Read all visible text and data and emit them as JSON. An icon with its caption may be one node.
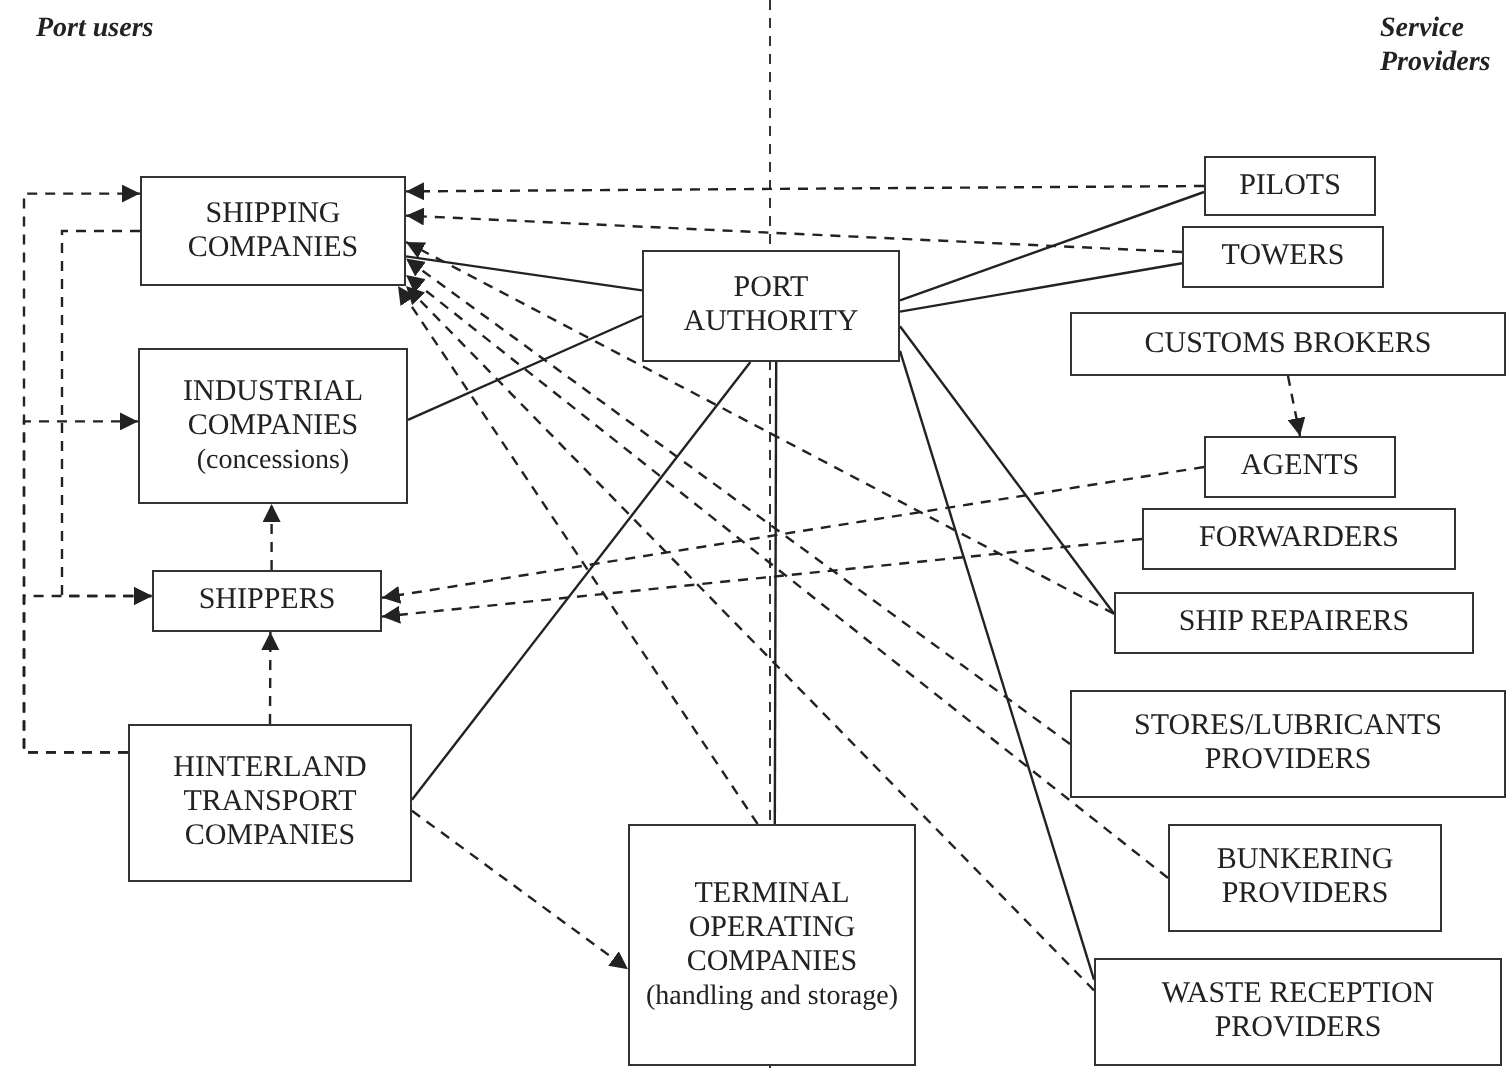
{
  "diagram": {
    "nodes": [
      {
        "text": [
          "SHIPPING COMPANIES"
        ]
      },
      {
        "text": [
          "INDUSTRIAL COMPANIES",
          "(concessions)"
        ]
      },
      {
        "text": [
          "SHIPPERS"
        ]
      },
      {
        "text": [
          "HINTERLAND TRANSPORT COMPANIES"
        ]
      },
      {
        "text": [
          "PORT AUTHORITY"
        ]
      },
      {
        "text": [
          "TERMINAL OPERATING COMPANIES",
          "(handling and storage)"
        ]
      },
      {
        "text": [
          "PILOTS"
        ]
      },
      {
        "text": [
          "TOWERS"
        ]
      },
      {
        "text": [
          "CUSTOMS BROKERS"
        ]
      },
      {
        "text": [
          "AGENTS"
        ]
      },
      {
        "text": [
          "FORWARDERS"
        ]
      },
      {
        "text": [
          "SHIP REPAIRERS"
        ]
      },
      {
        "text": [
          "STORES/LUBRICANTS PROVIDERS"
        ]
      },
      {
        "text": [
          "BUNKERING PROVIDERS"
        ]
      },
      {
        "text": [
          "WASTE RECEPTION PROVIDERS"
        ]
      }
    ],
    "edges": [
      {
        "from": 0,
        "to": 4,
        "arrow": "none"
      },
      {
        "from": 1,
        "to": 4,
        "arrow": "none"
      },
      {
        "from": 3,
        "to": 4,
        "arrow": "none"
      },
      {
        "from": 4,
        "to": 5,
        "arrow": "none"
      },
      {
        "from": 4,
        "to": 6,
        "arrow": "none"
      },
      {
        "from": 4,
        "to": 7,
        "arrow": "none"
      },
      {
        "from": 4,
        "to": 11,
        "arrow": "none"
      },
      {
        "from": 4,
        "to": 14,
        "arrow": "none"
      },
      {
        "from": 6,
        "to": 0,
        "arrow": "to",
        "style": "dashed"
      },
      {
        "from": 7,
        "to": 0,
        "arrow": "to",
        "style": "dashed"
      },
      {
        "from": 11,
        "to": 0,
        "arrow": "to",
        "style": "dashed"
      },
      {
        "from": 12,
        "to": 0,
        "arrow": "to",
        "style": "dashed"
      },
      {
        "from": 13,
        "to": 0,
        "arrow": "to",
        "style": "dashed"
      },
      {
        "from": 14,
        "to": 0,
        "arrow": "to",
        "style": "dashed"
      },
      {
        "from": 5,
        "to": 0,
        "arrow": "to",
        "style": "dashed"
      },
      {
        "from": 9,
        "to": 2,
        "arrow": "to",
        "style": "dashed"
      },
      {
        "from": 10,
        "to": 2,
        "arrow": "to",
        "style": "dashed"
      },
      {
        "from": 8,
        "to": 9,
        "arrow": "to",
        "style": "dashed"
      },
      {
        "from": 2,
        "to": 1,
        "arrow": "to",
        "style": "dashed"
      },
      {
        "from": 3,
        "to": 2,
        "arrow": "to",
        "style": "dashed"
      },
      {
        "from": 3,
        "to": 5,
        "arrow": "to",
        "style": "dashed"
      },
      {
        "from": 3,
        "to": 0,
        "arrow": "to",
        "style": "dashed"
      },
      {
        "from": 3,
        "to": 1,
        "arrow": "to",
        "style": "dashed"
      },
      {
        "from": 3,
        "to": 2,
        "arrow": "to",
        "style": "dashed"
      },
      {
        "from": 0,
        "to": 2,
        "arrow": "to",
        "style": "dashed"
      }
    ],
    "labels": [
      "Port users",
      "Service Providers"
    ]
  }
}
